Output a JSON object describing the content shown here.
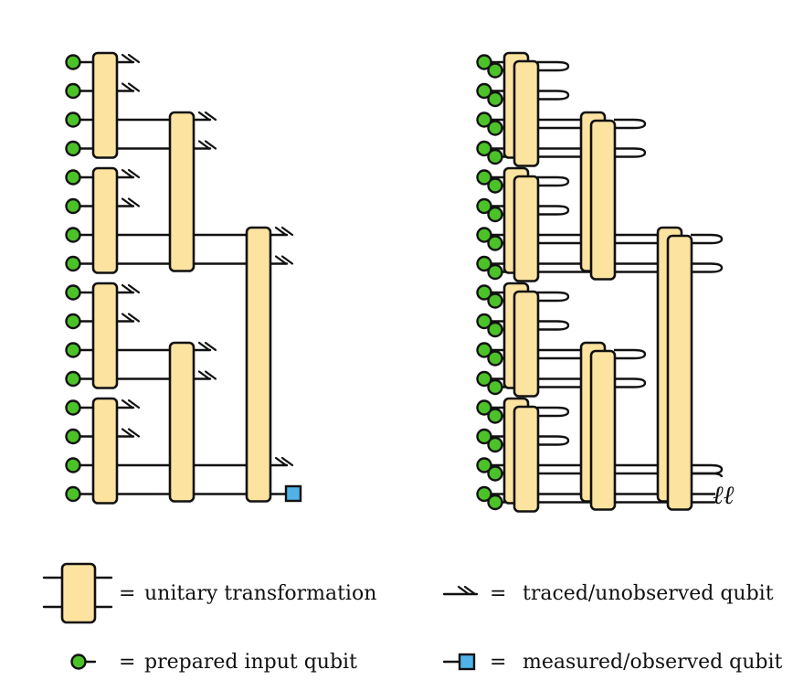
{
  "colors": {
    "unitary_fill": "#fde3a0",
    "qubit_fill": "#4cc229",
    "measure_fill": "#4fb3e8",
    "stroke": "#111111"
  },
  "left_circuit": {
    "wire_count": 16,
    "layer1_gates": 4,
    "layer2_gates": 2,
    "layer3_gates": 1
  },
  "right_circuit": {
    "wire_count": 16,
    "output_label": "ℓℓ"
  },
  "legend": {
    "unitary": {
      "symbol": "=",
      "text": "unitary transformation"
    },
    "traced": {
      "symbol": "=",
      "text": "traced/unobserved qubit"
    },
    "input": {
      "symbol": "=",
      "text": "prepared input qubit"
    },
    "measured": {
      "symbol": "=",
      "text": "measured/observed qubit"
    }
  }
}
